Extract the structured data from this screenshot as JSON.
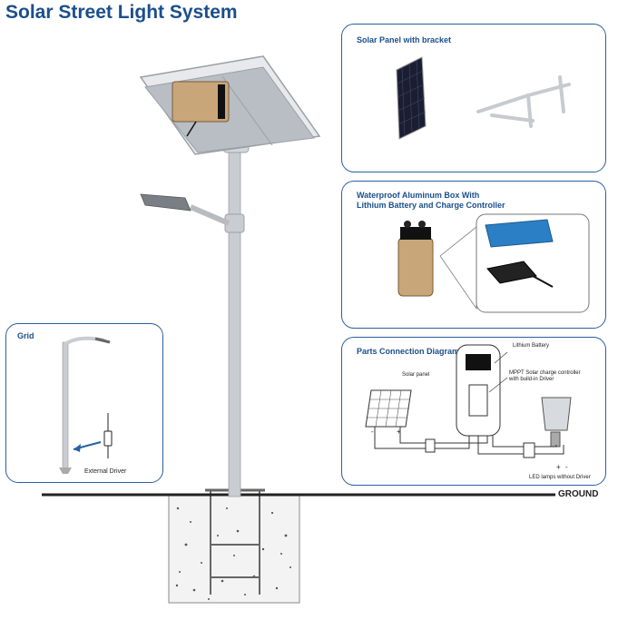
{
  "title": "Solar Street Light System",
  "ground_label": "GROUND",
  "panels": {
    "solar_panel": {
      "title": "Solar Panel with bracket"
    },
    "aluminum_box": {
      "title_line1": "Waterproof Aluminum Box With",
      "title_line2": "Lithium Battery and Charge Controller"
    },
    "grid": {
      "title": "Grid",
      "external_driver": "External Driver"
    },
    "parts": {
      "title": "Parts Connection Diagram",
      "lithium_battery": "Lithium Battery",
      "solar_panel": "Solar panel",
      "mppt_line1": "MPPT Solar charge controller",
      "mppt_line2": "with build-in Driver",
      "led_lamps": "LED lamps without Driver",
      "minus": "-",
      "plus": "+"
    }
  },
  "colors": {
    "accent": "#1a4f8c",
    "border": "#2a5fa0",
    "pole": "#c9ccd0",
    "battery": "#c9a67a",
    "blue_pack": "#2b7fc4"
  }
}
